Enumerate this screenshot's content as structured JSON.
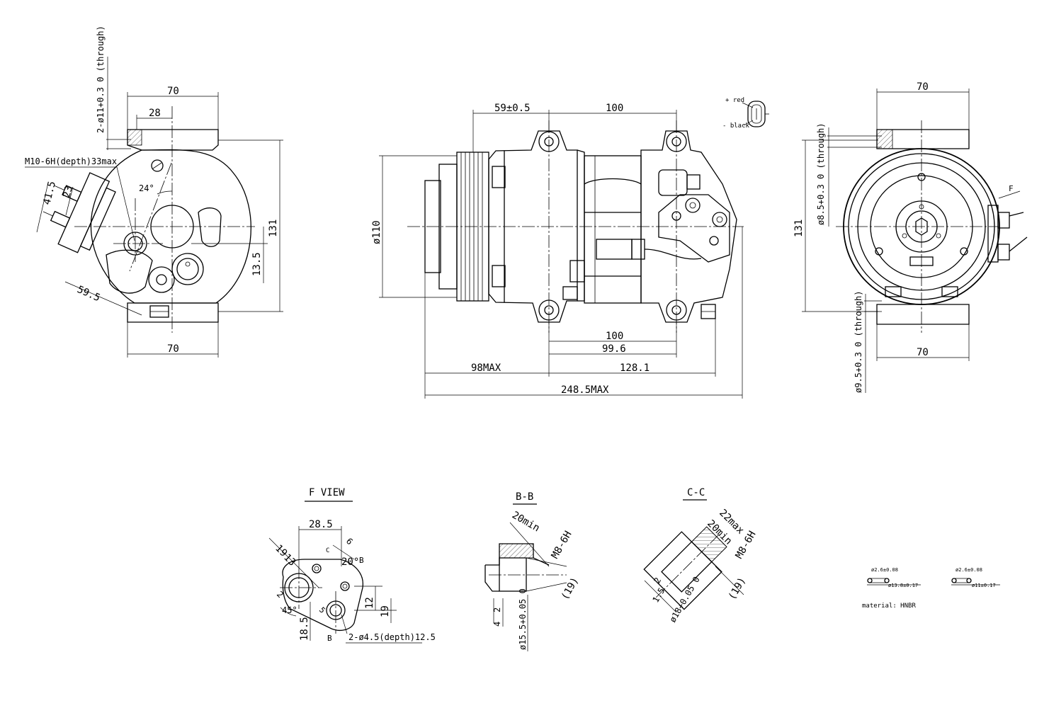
{
  "left_view": {
    "thread_note": "M10-6H(depth)33max",
    "hole_note": "2-ø11+0.3 0 (through)",
    "dim_top_width": "70",
    "dim_top_inner": "28",
    "dim_bottom_width": "70",
    "dim_height": "131",
    "dim_offset": "13.5",
    "dim_angle": "24°",
    "dim_41_5": "41.5",
    "dim_23": "23",
    "dim_59_5": "59.5"
  },
  "front_view": {
    "dim_pulley_offset": "59±0.5",
    "dim_hole_spacing_top": "100",
    "dim_pulley_dia": "ø110",
    "dim_hole_spacing_bottom": "100",
    "dim_99_6": "99.6",
    "dim_98max": "98MAX",
    "dim_128_1": "128.1",
    "dim_overall": "248.5MAX",
    "connector_red": "+ red",
    "connector_black": "- black"
  },
  "right_view": {
    "dim_top_width": "70",
    "dim_bottom_width": "70",
    "dim_height": "131",
    "hole_note_top": "ø8.5+0.3 0 (through)",
    "hole_note_bottom": "ø9.5+0.3 0 (through)",
    "view_marker": "F"
  },
  "f_view": {
    "title": "F VIEW",
    "dim_28_5": "28.5",
    "dim_19": "19",
    "dim_13": "13",
    "dim_6": "6",
    "dim_20": "20°",
    "dim_12": "12",
    "dim_19b": "19",
    "dim_18_5": "18.5",
    "dim_45": "45°",
    "dim_5": "5",
    "dim_2": "2",
    "hole_note": "2-ø4.5(depth)12.5",
    "marker_b": "B",
    "marker_c": "C"
  },
  "bb_section": {
    "title": "B-B",
    "dim_20min": "20min",
    "thread": "M8-6H",
    "dim_19": "(19)",
    "dim_2": "2",
    "dim_4": "4",
    "dim_dia": "ø15.5+0.05 0"
  },
  "cc_section": {
    "title": "C-C",
    "dim_22max": "22max",
    "dim_20min": "20min",
    "thread": "M8-6H",
    "dim_19": "(19)",
    "dim_2": "2",
    "dim_1_5": "1.5",
    "dim_dia": "ø18+0.05 0"
  },
  "orings": {
    "ring1_cross": "ø2.6±0.08",
    "ring1_dia": "ø13.8±0.17",
    "ring2_cross": "ø2.6±0.08",
    "ring2_dia": "ø11±0.17",
    "material": "material: HNBR"
  }
}
